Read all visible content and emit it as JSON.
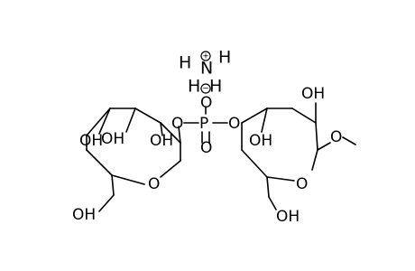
{
  "molecule": {
    "ammonium": {
      "h_left": "H",
      "nitrogen": "N",
      "h_right": "H",
      "h_top": "H",
      "h_bottom": "H",
      "plus_sign": "+"
    },
    "phosphate": {
      "phosphorus": "P",
      "o_top": "O",
      "o_bottom": "O",
      "minus_sign": "−",
      "o_left": "O",
      "o_right": "O"
    },
    "left_sugar": {
      "oh_4": "OH",
      "oh_3": "OH",
      "oh_2": "OH",
      "ring_o": "O",
      "oh_6": "OH"
    },
    "right_sugar": {
      "oh_2": "OH",
      "oh_3": "OH",
      "ring_o": "O",
      "methoxy_o": "O",
      "oh_6": "OH"
    }
  }
}
